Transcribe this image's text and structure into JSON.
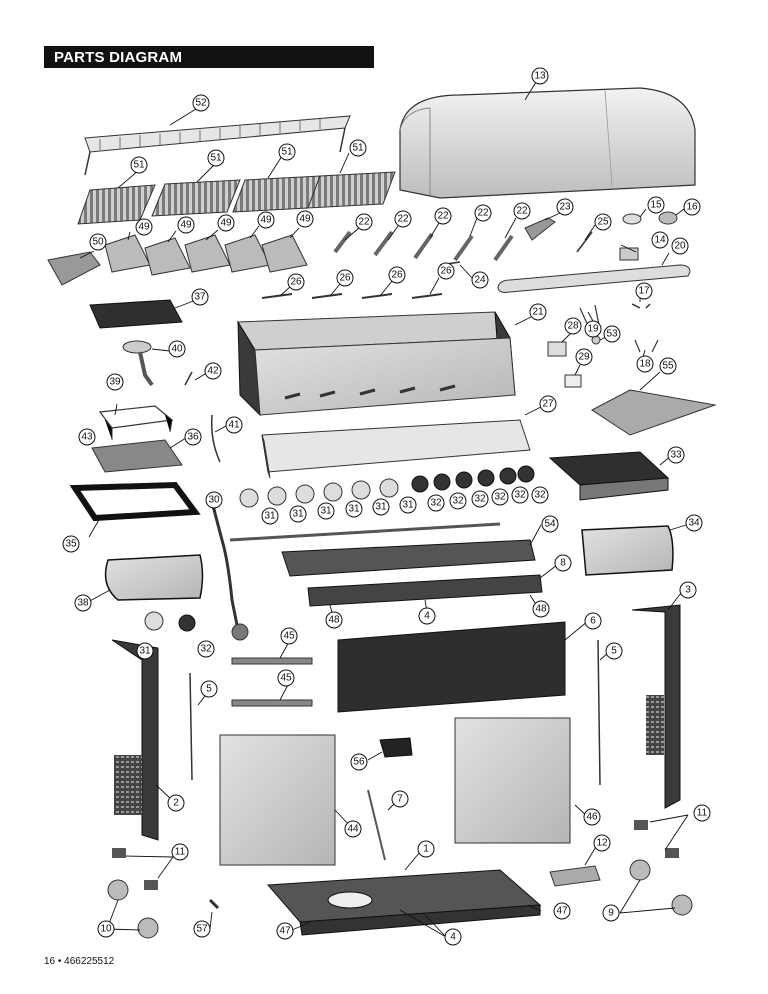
{
  "header": {
    "title": "PARTS DIAGRAM"
  },
  "footer": {
    "text": "16 • 466225512"
  },
  "colors": {
    "header_bg": "#111111",
    "part_dark": "#3a3a3a",
    "part_light": "#d9d9d9",
    "part_mid": "#b8b8b8"
  },
  "callouts": {
    "c52": "52",
    "c13": "13",
    "c51a": "51",
    "c51b": "51",
    "c51c": "51",
    "c51d": "51",
    "c15": "15",
    "c16": "16",
    "c22a": "22",
    "c22b": "22",
    "c22c": "22",
    "c22d": "22",
    "c22e": "22",
    "c23": "23",
    "c25": "25",
    "c14": "14",
    "c20": "20",
    "c50": "50",
    "c49a": "49",
    "c49b": "49",
    "c49c": "49",
    "c49d": "49",
    "c49e": "49",
    "c26a": "26",
    "c26b": "26",
    "c26c": "26",
    "c26d": "26",
    "c24": "24",
    "c37": "37",
    "c17": "17",
    "c21": "21",
    "c28": "28",
    "c19": "19",
    "c53": "53",
    "c29": "29",
    "c18": "18",
    "c55": "55",
    "c40": "40",
    "c39": "39",
    "c42": "42",
    "c43": "43",
    "c36": "36",
    "c41": "41",
    "c27": "27",
    "c33": "33",
    "c35": "35",
    "c30": "30",
    "c31a": "31",
    "c31b": "31",
    "c31c": "31",
    "c31d": "31",
    "c31e": "31",
    "c31f": "31",
    "c32a": "32",
    "c32b": "32",
    "c32c": "32",
    "c32d": "32",
    "c32e": "32",
    "c32f": "32",
    "c54": "54",
    "c34": "34",
    "c38": "38",
    "c8": "8",
    "c4a": "4",
    "c48a": "48",
    "c48b": "48",
    "c3": "3",
    "c6": "6",
    "c31g": "31",
    "c32g": "32",
    "c45a": "45",
    "c45b": "45",
    "c5a": "5",
    "c5b": "5",
    "c56": "56",
    "c2": "2",
    "c7": "7",
    "c44": "44",
    "c46": "46",
    "c11a": "11",
    "c11b": "11",
    "c1": "1",
    "c12": "12",
    "c10": "10",
    "c57": "57",
    "c47a": "47",
    "c47b": "47",
    "c4b": "4",
    "c9": "9"
  }
}
